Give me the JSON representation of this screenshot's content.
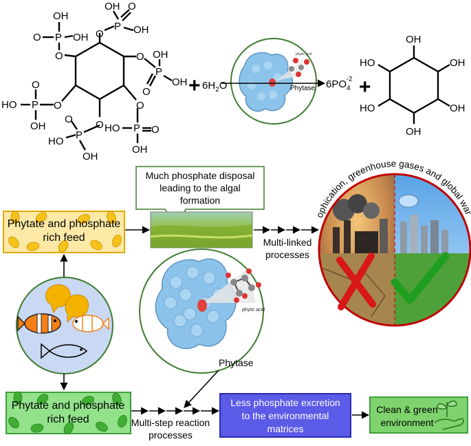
{
  "reaction": {
    "plus_sign": "+",
    "water": "6H",
    "water_sub": "2",
    "water_o": "O",
    "enzyme_small_label": "Phytase",
    "enzyme_inset_label": "phytic acid",
    "phosphate": "6PO",
    "phosphate_sub": "4",
    "phosphate_sup": "-2",
    "phytate_groups": {
      "oh": "OH",
      "ho": "HO",
      "p": "P",
      "o": "O"
    },
    "inositol_oh": "OH",
    "inositol_ho": "HO"
  },
  "callout": {
    "lines": [
      "Much phosphate disposal",
      "leading to the algal",
      "formation"
    ]
  },
  "feed_top": {
    "lines": [
      "Phytate and phosphate",
      "rich feed"
    ]
  },
  "feed_bottom": {
    "lines": [
      "Phytate and phosphate",
      "rich feed"
    ]
  },
  "multi_linked": {
    "lines": [
      "Multi-linked",
      "processes"
    ]
  },
  "multi_step": {
    "lines": [
      "Multi-step reaction",
      "processes"
    ]
  },
  "environment_circle": {
    "arc_text": "Eutrophication, greenhouse gases and global warming"
  },
  "enzyme_big": {
    "label": "Phytase",
    "inset_label": "phytic acid"
  },
  "less_phosphate": {
    "lines": [
      "Less phosphate excretion",
      "to the environmental",
      "matrices"
    ]
  },
  "clean": {
    "lines": [
      "Clean & green",
      "environment"
    ]
  },
  "colors": {
    "feed_top_fill": "#fde9a6",
    "feed_top_border": "#e0a800",
    "feed_bottom_fill": "#93e28b",
    "feed_bottom_border": "#3f9e3a",
    "less_fill": "#5b5be8",
    "clean_fill": "#7fd36e",
    "protein": "#8cc3ea",
    "circle_border": "#3f7b2f",
    "fish_circle_fill": "#c9d8f3",
    "env_border": "#c00000"
  }
}
